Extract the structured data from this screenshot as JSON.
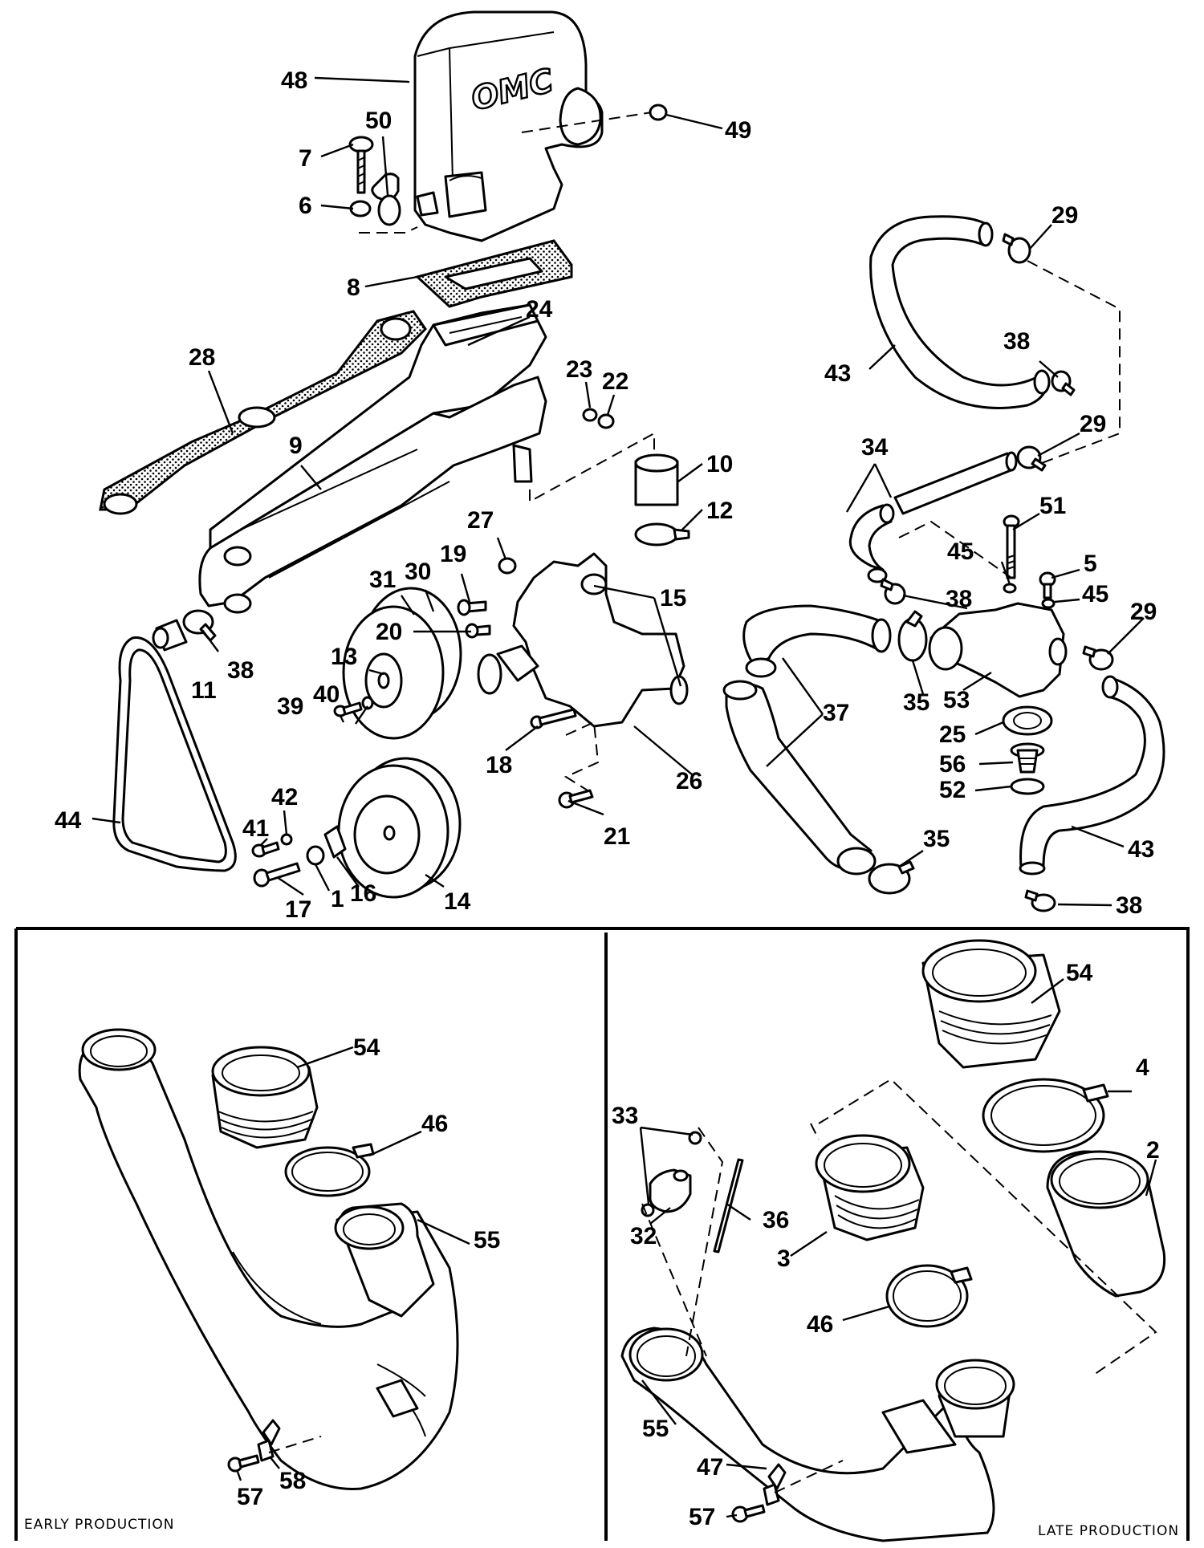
{
  "logo": {
    "text": "OMC"
  },
  "panels": {
    "early": {
      "caption": "EARLY PRODUCTION"
    },
    "late": {
      "caption": "LATE PRODUCTION"
    }
  },
  "callouts": [
    {
      "id": "48",
      "text": "48"
    },
    {
      "id": "49",
      "text": "49"
    },
    {
      "id": "50",
      "text": "50"
    },
    {
      "id": "7",
      "text": "7"
    },
    {
      "id": "6",
      "text": "6"
    },
    {
      "id": "8",
      "text": "8"
    },
    {
      "id": "24",
      "text": "24"
    },
    {
      "id": "28",
      "text": "28"
    },
    {
      "id": "23",
      "text": "23"
    },
    {
      "id": "22",
      "text": "22"
    },
    {
      "id": "9",
      "text": "9"
    },
    {
      "id": "10",
      "text": "10"
    },
    {
      "id": "12",
      "text": "12"
    },
    {
      "id": "27",
      "text": "27"
    },
    {
      "id": "19",
      "text": "19"
    },
    {
      "id": "30",
      "text": "30"
    },
    {
      "id": "31",
      "text": "31"
    },
    {
      "id": "15",
      "text": "15"
    },
    {
      "id": "20",
      "text": "20"
    },
    {
      "id": "13",
      "text": "13"
    },
    {
      "id": "11",
      "text": "11"
    },
    {
      "id": "38a",
      "text": "38"
    },
    {
      "id": "40",
      "text": "40"
    },
    {
      "id": "39",
      "text": "39"
    },
    {
      "id": "18",
      "text": "18"
    },
    {
      "id": "26",
      "text": "26"
    },
    {
      "id": "44",
      "text": "44"
    },
    {
      "id": "41",
      "text": "41"
    },
    {
      "id": "42",
      "text": "42"
    },
    {
      "id": "21",
      "text": "21"
    },
    {
      "id": "17",
      "text": "17"
    },
    {
      "id": "1",
      "text": "1"
    },
    {
      "id": "16",
      "text": "16"
    },
    {
      "id": "14",
      "text": "14"
    },
    {
      "id": "29a",
      "text": "29"
    },
    {
      "id": "38b",
      "text": "38"
    },
    {
      "id": "43a",
      "text": "43"
    },
    {
      "id": "29b",
      "text": "29"
    },
    {
      "id": "34",
      "text": "34"
    },
    {
      "id": "51",
      "text": "51"
    },
    {
      "id": "45a",
      "text": "45"
    },
    {
      "id": "5",
      "text": "5"
    },
    {
      "id": "45b",
      "text": "45"
    },
    {
      "id": "38c",
      "text": "38"
    },
    {
      "id": "29c",
      "text": "29"
    },
    {
      "id": "37",
      "text": "37"
    },
    {
      "id": "35a",
      "text": "35"
    },
    {
      "id": "53",
      "text": "53"
    },
    {
      "id": "25",
      "text": "25"
    },
    {
      "id": "56",
      "text": "56"
    },
    {
      "id": "52",
      "text": "52"
    },
    {
      "id": "35b",
      "text": "35"
    },
    {
      "id": "43b",
      "text": "43"
    },
    {
      "id": "38d",
      "text": "38"
    },
    {
      "id": "54a",
      "text": "54"
    },
    {
      "id": "46a",
      "text": "46"
    },
    {
      "id": "55a",
      "text": "55"
    },
    {
      "id": "57a",
      "text": "57"
    },
    {
      "id": "58",
      "text": "58"
    },
    {
      "id": "54b",
      "text": "54"
    },
    {
      "id": "4",
      "text": "4"
    },
    {
      "id": "2",
      "text": "2"
    },
    {
      "id": "33",
      "text": "33"
    },
    {
      "id": "32",
      "text": "32"
    },
    {
      "id": "36",
      "text": "36"
    },
    {
      "id": "3",
      "text": "3"
    },
    {
      "id": "46b",
      "text": "46"
    },
    {
      "id": "55b",
      "text": "55"
    },
    {
      "id": "47",
      "text": "47"
    },
    {
      "id": "57b",
      "text": "57"
    }
  ]
}
